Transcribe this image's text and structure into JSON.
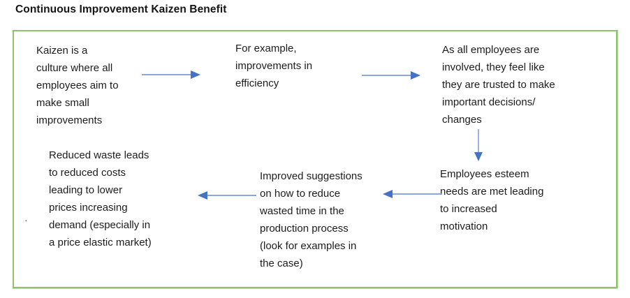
{
  "title": "Continuous Improvement Kaizen Benefit",
  "diagram": {
    "border_color": "#8fc26d",
    "arrow_color": "#4472c4",
    "bullet": "·",
    "nodes": [
      {
        "id": "kaizen-culture",
        "text": "Kaizen is a\nculture where all\nemployees aim to\nmake small\nimprovements"
      },
      {
        "id": "example-efficiency",
        "text": "For example,\nimprovements in\nefficiency"
      },
      {
        "id": "employees-trusted",
        "text": "As all employees are\ninvolved, they feel like\nthey are trusted to make\nimportant decisions/\nchanges"
      },
      {
        "id": "esteem-motivation",
        "text": "Employees esteem\nneeds are met leading\nto increased\nmotivation"
      },
      {
        "id": "improved-suggestions",
        "text": "Improved suggestions\non how to reduce\nwasted time in the\nproduction process\n(look for examples in\nthe case)"
      },
      {
        "id": "reduced-waste",
        "text": "Reduced waste leads\nto reduced costs\nleading to lower\nprices increasing\ndemand (especially in\na price elastic market)"
      }
    ],
    "arrows": [
      {
        "id": "kaizen-to-example",
        "direction": "right"
      },
      {
        "id": "example-to-trusted",
        "direction": "right"
      },
      {
        "id": "trusted-to-esteem",
        "direction": "down"
      },
      {
        "id": "esteem-to-suggestions",
        "direction": "left"
      },
      {
        "id": "suggestions-to-waste",
        "direction": "left"
      }
    ]
  }
}
